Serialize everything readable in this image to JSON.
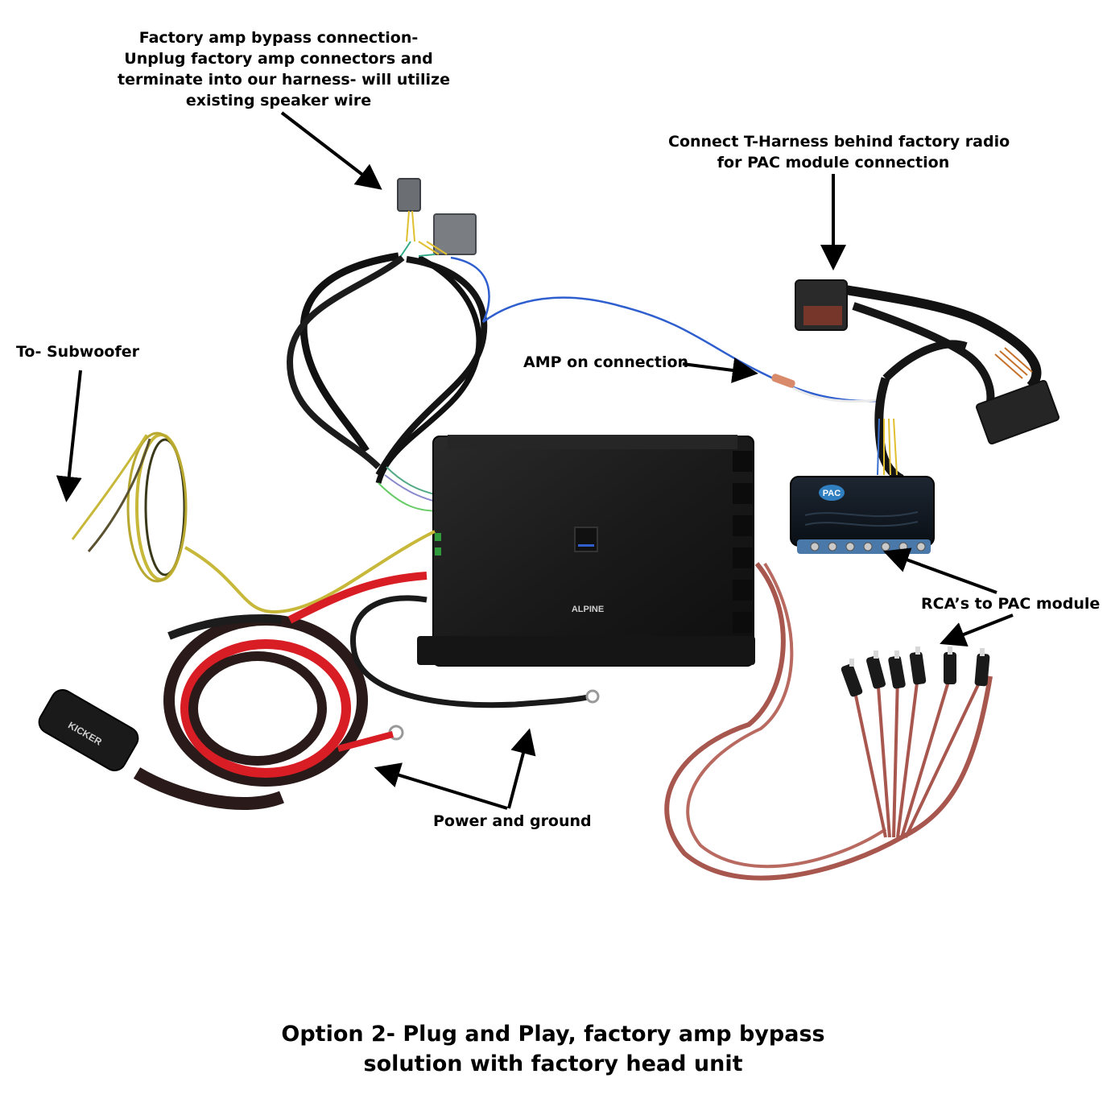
{
  "annotations": {
    "factory_amp_bypass": {
      "lines": [
        "Factory  amp bypass connection-",
        "Unplug factory amp connectors and",
        "terminate into our harness- will utilize",
        "existing speaker wire"
      ]
    },
    "t_harness": {
      "lines": [
        "Connect T-Harness behind factory radio",
        "for PAC module connection"
      ]
    },
    "subwoofer": {
      "text": "To- Subwoofer"
    },
    "amp_on": {
      "text": "AMP on connection"
    },
    "rca": {
      "text": "RCA’s to PAC module"
    },
    "power_ground": {
      "text": "Power and ground"
    }
  },
  "caption": {
    "lines": [
      "Option 2- Plug and Play, factory amp bypass",
      "solution with factory head unit"
    ]
  },
  "device_labels": {
    "amp_brand": "ALPINE",
    "pac_brand": "PAC",
    "kicker_brand": "KICKER"
  },
  "colors": {
    "amp_body": "#1b1b1b",
    "power_wire": "#d81e24",
    "braid": "#2a1a1a",
    "rca_cable": "#a8574f",
    "remote_wire": "#2f5fcf",
    "sub_wire": "#c8b83a",
    "pac_module": "#101820",
    "pac_ports": "#2f7fc1"
  }
}
